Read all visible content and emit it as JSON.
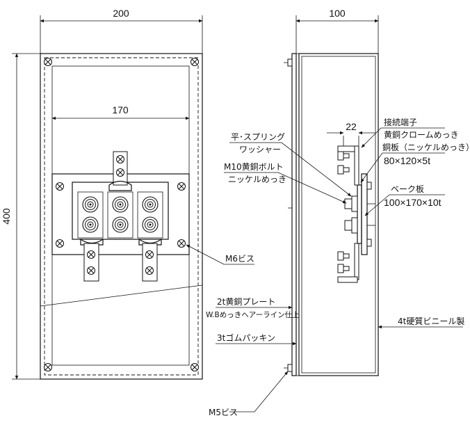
{
  "dimensions": {
    "front_width": "200",
    "side_width": "100",
    "inner_width": "170",
    "height": "400",
    "terminal_pitch": "22"
  },
  "labels": {
    "washer": "平･スプリング",
    "washer2": "ワッシャー",
    "terminal": "接続端子",
    "terminal2": "黄銅クロームめっき",
    "copper_plate": "銅板（ニッケルめっき）",
    "copper_plate_size": "80×120×5t",
    "bolt": "M10黄銅ボルト",
    "bolt2": "ニッケルめっき",
    "bakelite": "ベーク板",
    "bakelite_size": "100×170×10t",
    "m6_screw": "M6ビス",
    "brass_plate": "2t黄銅プレート",
    "brass_plate_finish": "W.Bめっきヘアーライン仕上",
    "vinyl": "4t硬質ビニール製",
    "gasket": "3tゴムパッキン",
    "m5_screw": "M5ビス"
  }
}
